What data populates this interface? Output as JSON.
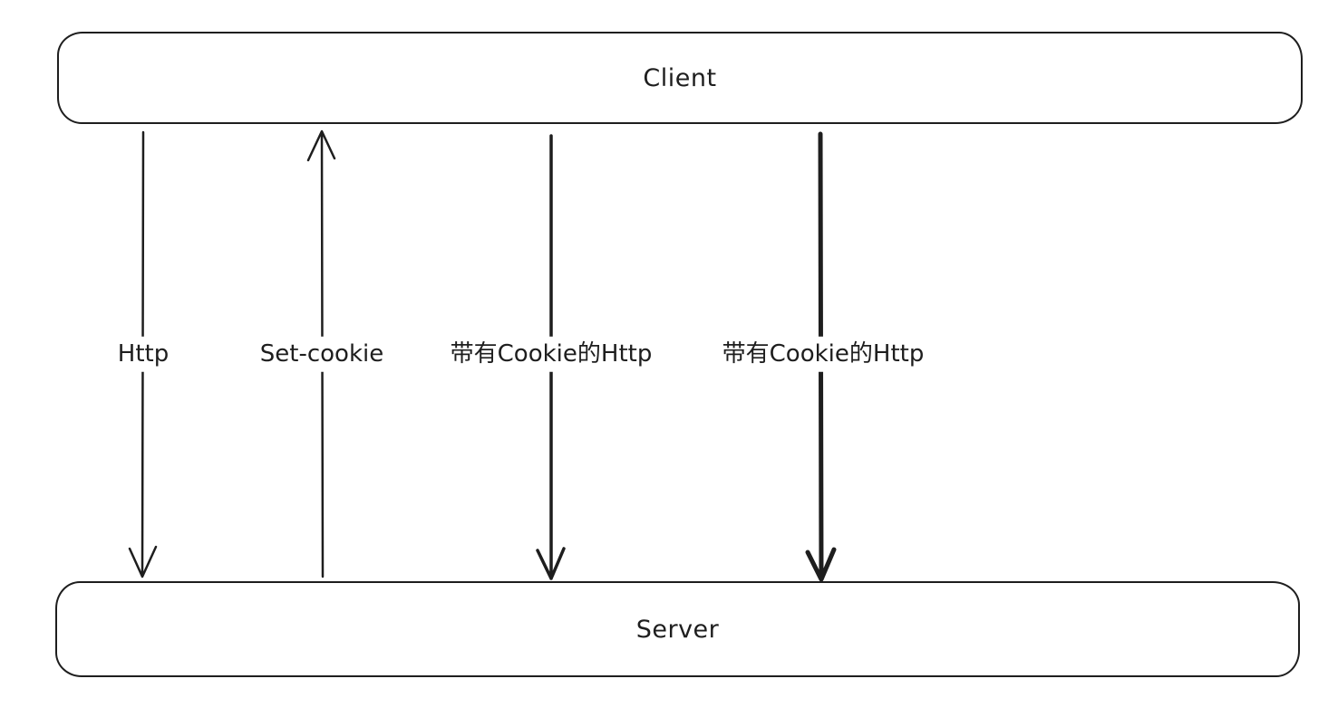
{
  "diagram": {
    "background_color": "#ffffff",
    "stroke_color": "#1e1e1e",
    "nodes": [
      {
        "id": "client",
        "label": "Client"
      },
      {
        "id": "server",
        "label": "Server"
      }
    ],
    "edges": [
      {
        "id": "http",
        "label": "Http",
        "direction": "down",
        "from": "Client",
        "to": "Server"
      },
      {
        "id": "set-cookie",
        "label": "Set-cookie",
        "direction": "up",
        "from": "Server",
        "to": "Client"
      },
      {
        "id": "cookie-http-1",
        "label": "带有Cookie的Http",
        "direction": "down",
        "from": "Client",
        "to": "Server"
      },
      {
        "id": "cookie-http-2",
        "label": "带有Cookie的Http",
        "direction": "down",
        "from": "Client",
        "to": "Server"
      }
    ]
  }
}
